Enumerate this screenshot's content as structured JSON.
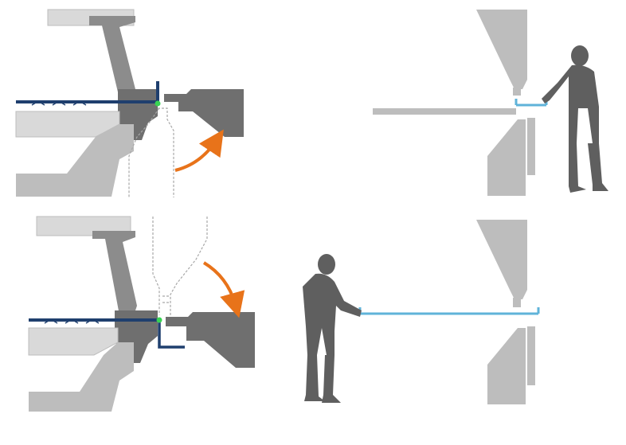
{
  "colors": {
    "background": "#ffffff",
    "machine_light": "#d9d9d9",
    "machine_mid": "#bdbdbd",
    "machine_dark": "#8c8c8c",
    "machine_darker": "#6f6f6f",
    "person": "#5f5f5f",
    "sheet_blue": "#1f3f6e",
    "sheet_light_blue": "#5fb3d9",
    "accent_orange": "#e8731a",
    "contact_green": "#39d353",
    "dashed_outline": "#a8a8a8"
  },
  "panels": [
    {
      "id": "top-left",
      "depicts": "bending-tool-flip-up"
    },
    {
      "id": "top-right",
      "depicts": "operator-close-to-machine"
    },
    {
      "id": "bottom-left",
      "depicts": "bending-tool-flip-down"
    },
    {
      "id": "bottom-right",
      "depicts": "operator-far-from-machine"
    }
  ]
}
